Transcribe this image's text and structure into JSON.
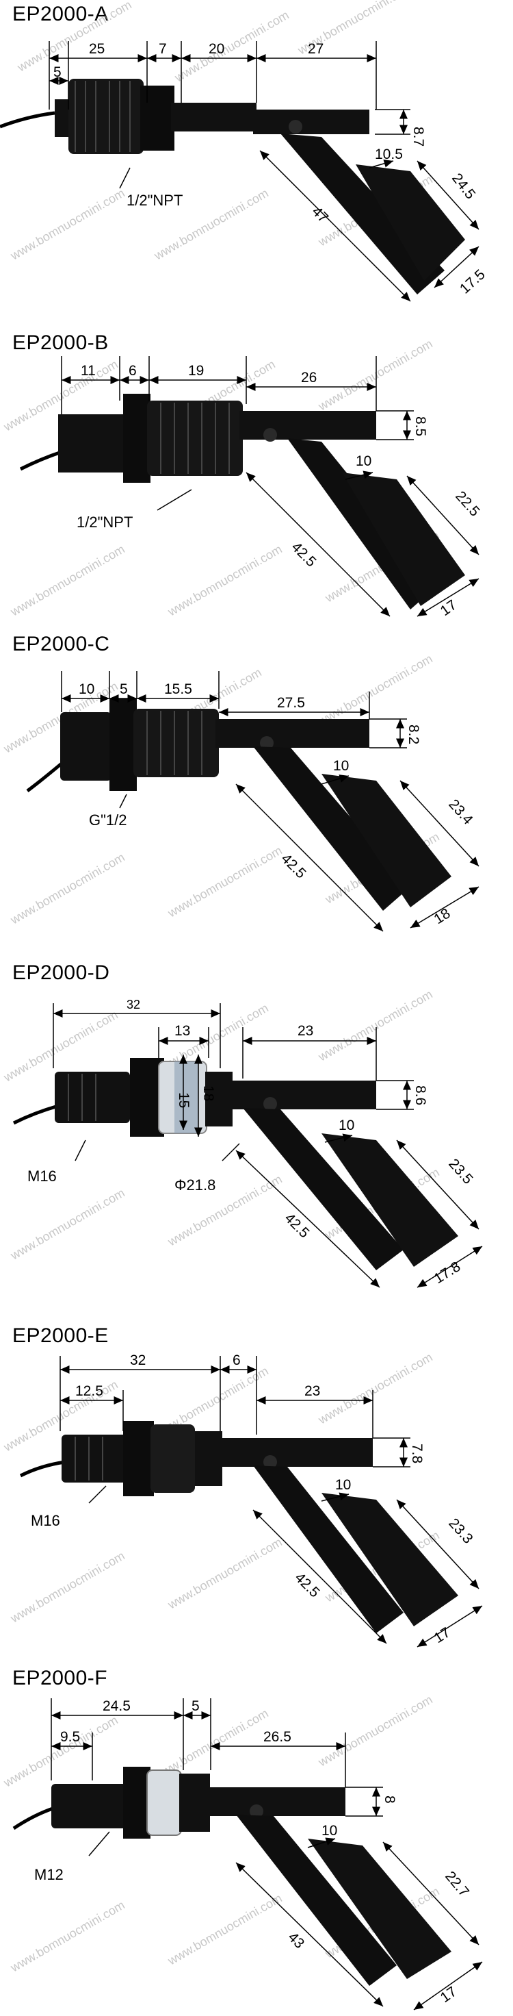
{
  "watermark": "www.bomnuocmini.com",
  "models": [
    {
      "title": "EP2000-A",
      "dims": [
        "5",
        "25",
        "7",
        "20",
        "27",
        "8.7",
        "10.5",
        "24.5",
        "47",
        "17.5"
      ],
      "thread_label": "1/2\"NPT"
    },
    {
      "title": "EP2000-B",
      "dims": [
        "11",
        "6",
        "19",
        "26",
        "8.5",
        "10",
        "22.5",
        "42.5",
        "17"
      ],
      "thread_label": "1/2\"NPT"
    },
    {
      "title": "EP2000-C",
      "dims": [
        "10",
        "5",
        "15.5",
        "27.5",
        "8.2",
        "10",
        "23.4",
        "42.5",
        "18"
      ],
      "thread_label": "G\"1/2"
    },
    {
      "title": "EP2000-D",
      "dims": [
        "32",
        "13",
        "15",
        "18",
        "23",
        "8.6",
        "10",
        "23.5",
        "42.5",
        "17.8"
      ],
      "thread_label": "M16",
      "nut_label": "Φ21.8"
    },
    {
      "title": "EP2000-E",
      "dims": [
        "32",
        "6",
        "12.5",
        "23",
        "7.8",
        "10",
        "23.3",
        "42.5",
        "17"
      ],
      "thread_label": "M16"
    },
    {
      "title": "EP2000-F",
      "dims": [
        "24.5",
        "5",
        "9.5",
        "26.5",
        "8",
        "10",
        "22.7",
        "43",
        "17"
      ],
      "thread_label": "M12"
    }
  ]
}
